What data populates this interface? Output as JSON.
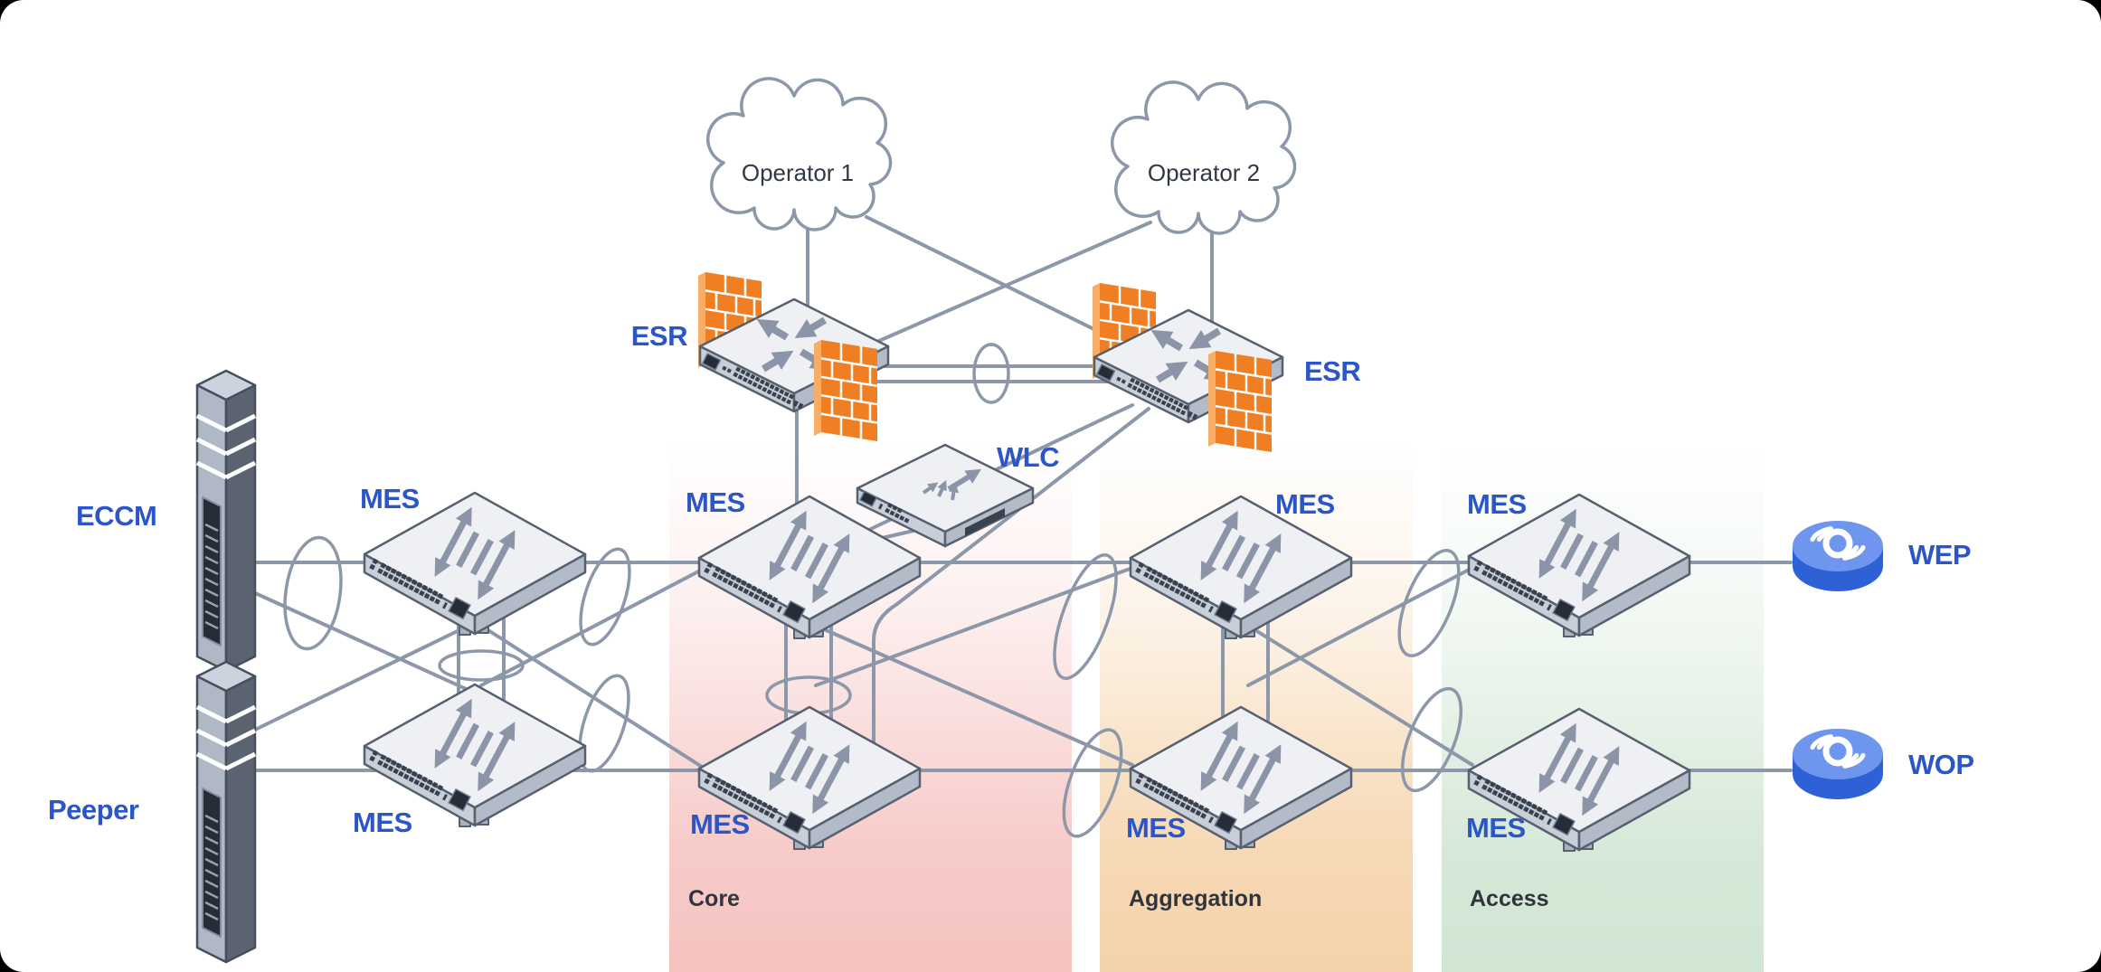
{
  "clouds": [
    {
      "label": "Operator 1"
    },
    {
      "label": "Operator 2"
    }
  ],
  "zones": [
    {
      "label": "Core",
      "color": "#f5c2bf"
    },
    {
      "label": "Aggregation",
      "color": "#f5d2a8"
    },
    {
      "label": "Access",
      "color": "#cfe5d2"
    }
  ],
  "devices": {
    "esr_left": {
      "label": "ESR",
      "icon": "router-firewall-icon"
    },
    "esr_right": {
      "label": "ESR",
      "icon": "router-firewall-icon"
    },
    "wlc": {
      "label": "WLC",
      "icon": "wireless-controller-icon"
    },
    "eccm": {
      "label": "ECCM",
      "icon": "server-tower-icon"
    },
    "peeper": {
      "label": "Peeper",
      "icon": "server-tower-icon"
    },
    "mes_dist_top": {
      "label": "MES",
      "icon": "switch-icon"
    },
    "mes_dist_bottom": {
      "label": "MES",
      "icon": "switch-icon"
    },
    "mes_core_top": {
      "label": "MES",
      "icon": "switch-icon"
    },
    "mes_core_bottom": {
      "label": "MES",
      "icon": "switch-icon"
    },
    "mes_agg_top": {
      "label": "MES",
      "icon": "switch-icon"
    },
    "mes_agg_bottom": {
      "label": "MES",
      "icon": "switch-icon"
    },
    "mes_access_top": {
      "label": "MES",
      "icon": "switch-icon"
    },
    "mes_access_bottom": {
      "label": "MES",
      "icon": "switch-icon"
    },
    "wep": {
      "label": "WEP",
      "icon": "wireless-ap-icon"
    },
    "wop": {
      "label": "WOP",
      "icon": "wireless-ap-icon"
    }
  },
  "colors": {
    "label_blue": "#2b56c8",
    "line_gray": "#8c98aa",
    "firewall_orange": "#ef7f22",
    "ap_blue_top": "#6e96ee",
    "ap_blue_side": "#2e60d6",
    "device_face": "#eef0f4",
    "zone_text": "#30353c"
  }
}
